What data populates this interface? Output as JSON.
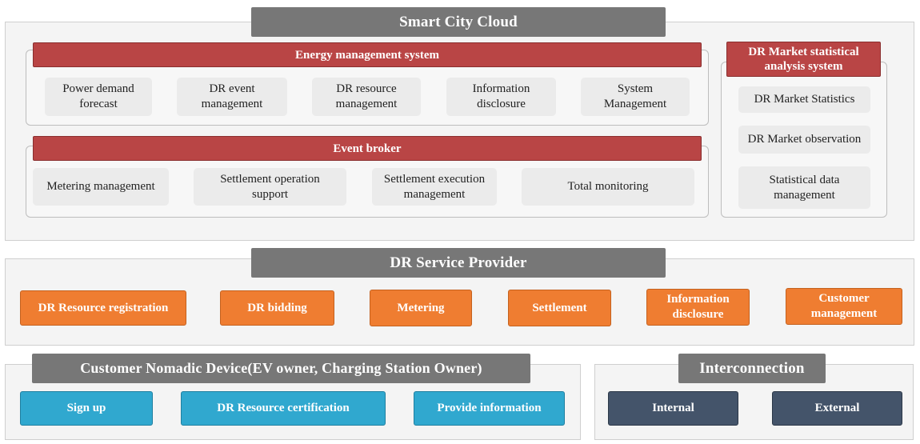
{
  "smart_city_cloud": {
    "title": "Smart City Cloud",
    "energy_management": {
      "title": "Energy management system",
      "modules": [
        "Power demand\nforecast",
        "DR event\nmanagement",
        "DR resource\nmanagement",
        "Information\ndisclosure",
        "System\nManagement"
      ]
    },
    "event_broker": {
      "title": "Event broker",
      "modules": [
        "Metering management",
        "Settlement operation\nsupport",
        "Settlement execution\nmanagement",
        "Total monitoring"
      ]
    },
    "dr_market": {
      "title": "DR Market statistical\nanalysis system",
      "modules": [
        "DR Market Statistics",
        "DR Market observation",
        "Statistical data\nmanagement"
      ]
    }
  },
  "dr_service_provider": {
    "title": "DR Service Provider",
    "items": [
      "DR Resource registration",
      "DR bidding",
      "Metering",
      "Settlement",
      "Information\ndisclosure",
      "Customer\nmanagement"
    ]
  },
  "customer_device": {
    "title": "Customer Nomadic Device(EV owner, Charging Station Owner)",
    "items": [
      "Sign up",
      "DR Resource certification",
      "Provide information"
    ]
  },
  "interconnection": {
    "title": "Interconnection",
    "items": [
      "Internal",
      "External"
    ]
  },
  "colors": {
    "header_gray": "#777777",
    "header_red": "#b94545",
    "service_orange": "#ef7d31",
    "device_cyan": "#30a8cf",
    "interconnect_navy": "#44546a"
  }
}
